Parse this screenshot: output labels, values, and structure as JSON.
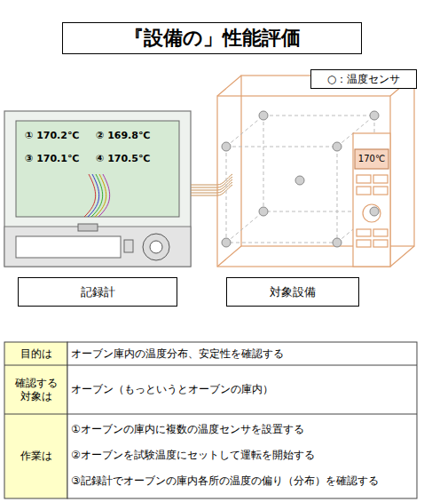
{
  "diagram": {
    "title": "『設備の」性能評価",
    "nodes": [
      {
        "text": [
          "○：温度センサ"
        ]
      },
      {
        "text": [
          "記録計"
        ]
      },
      {
        "text": [
          "対象設備"
        ]
      }
    ],
    "labels": [
      "① 170.2℃",
      "② 169.8℃",
      "③ 170.1℃",
      "④ 170.5℃",
      "170℃",
      "目的は",
      "オーブン庫内の温度分布、安定性を確認する",
      "確認する 対象は",
      "オーブン（もっというとオーブンの庫内）",
      "作業は",
      "①オーブンの庫内に複数の温度センサを設置する",
      "②オーブンを試験温度にセットして運転を開始する",
      "③記録計でオーブンの庫内各所の温度の偏り（分布）を確認する"
    ]
  }
}
